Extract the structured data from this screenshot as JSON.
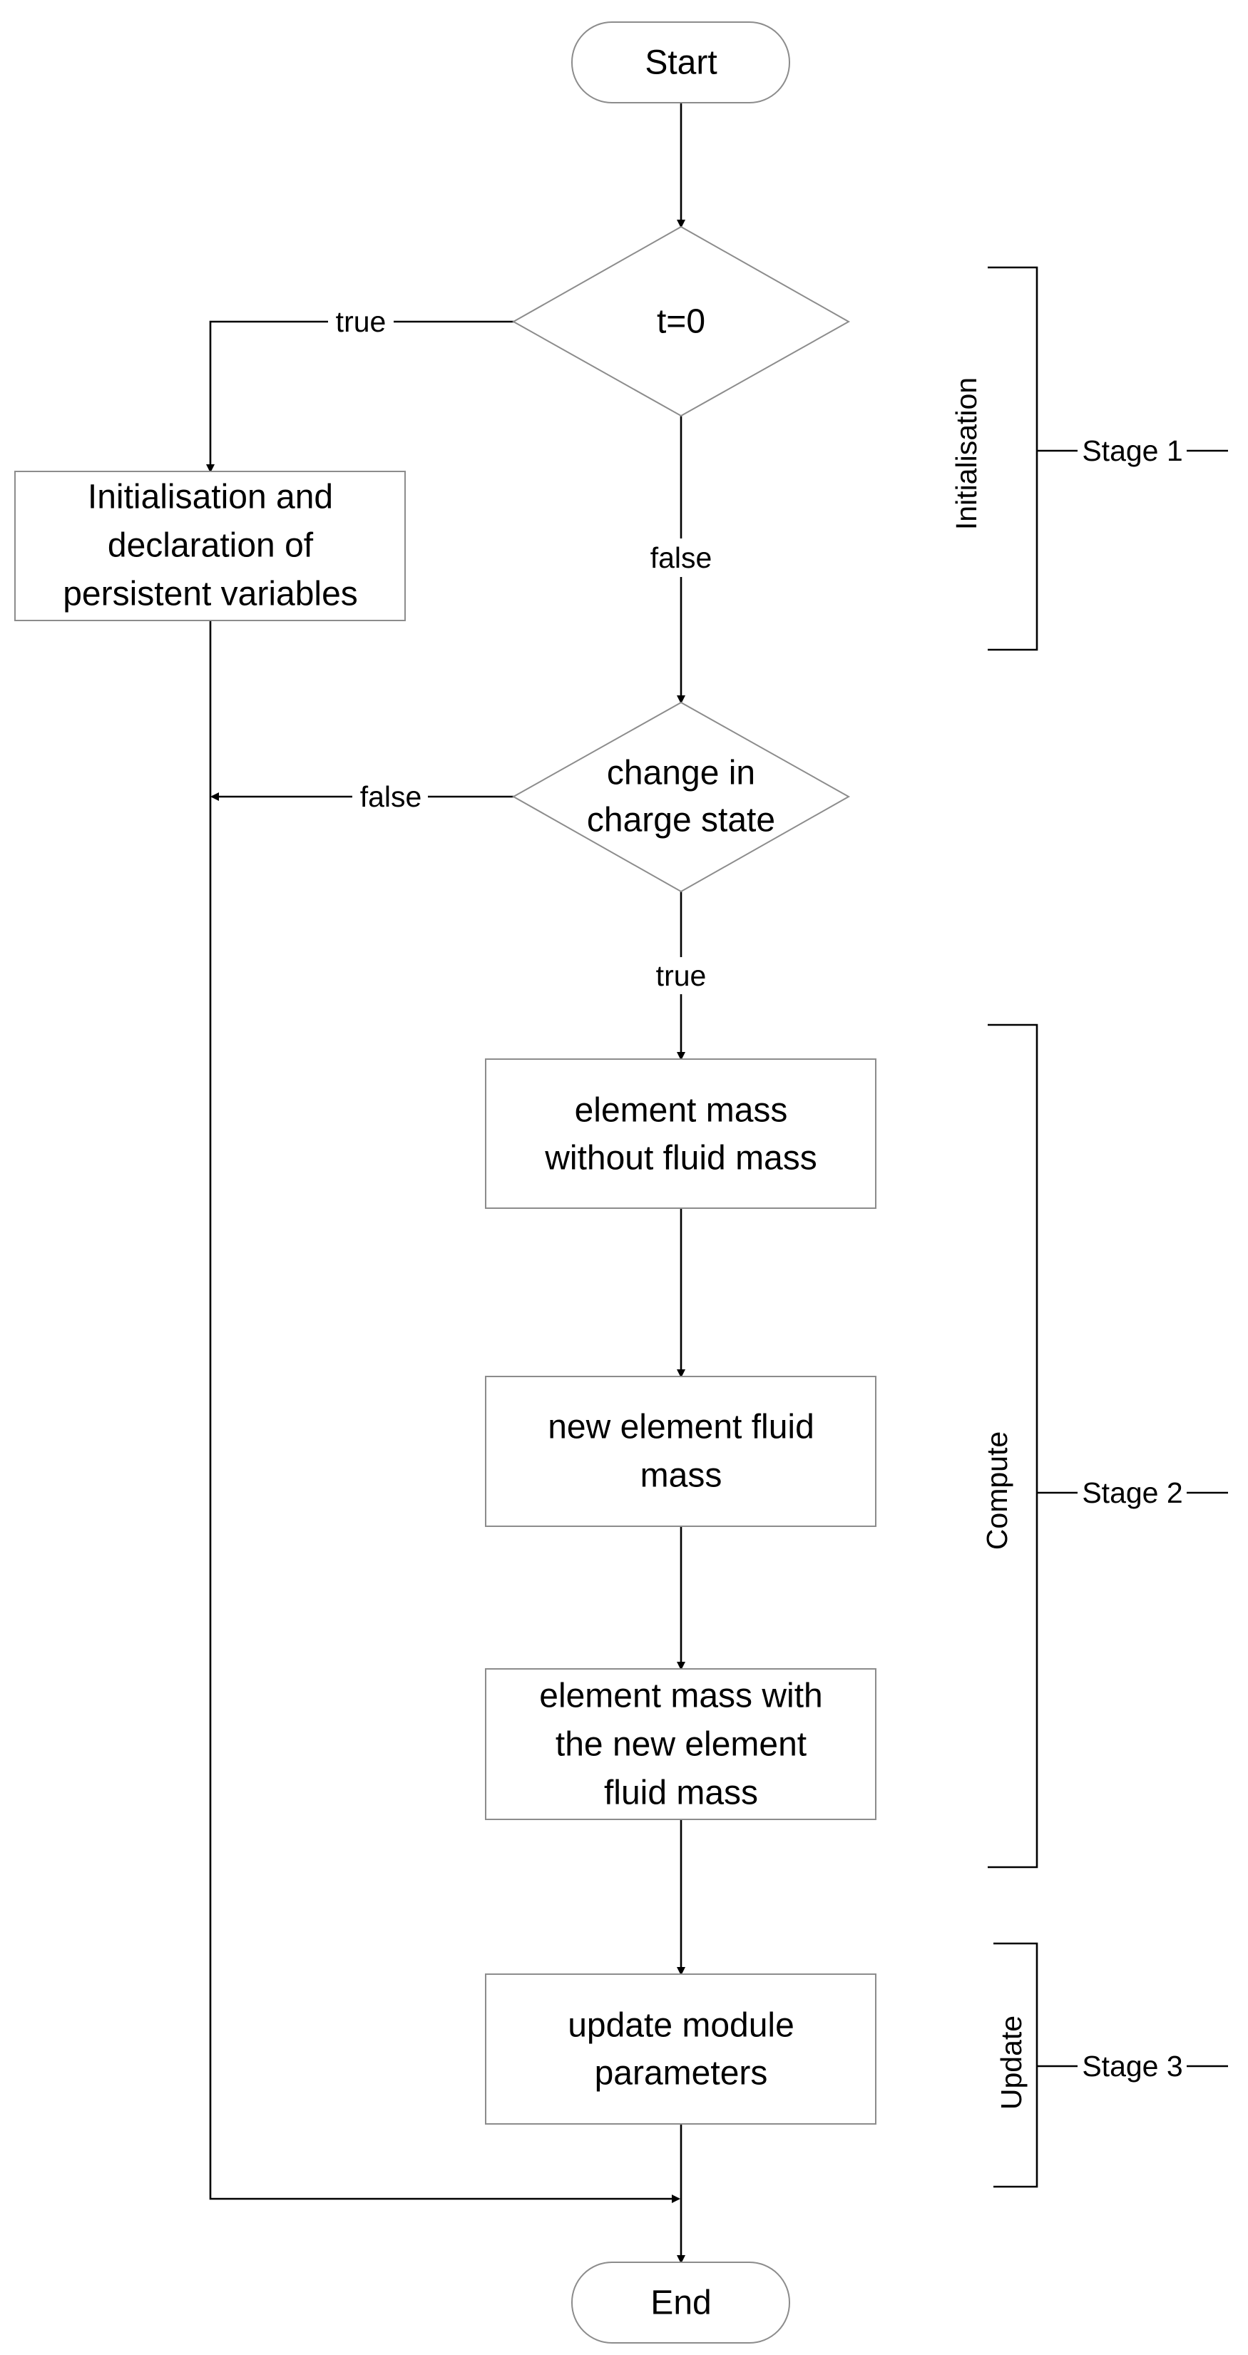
{
  "diagram": {
    "nodes": {
      "start": "Start",
      "t0": "t=0",
      "init": [
        "Initialisation and",
        "declaration of",
        "persistent variables"
      ],
      "change": [
        "change in",
        "charge state"
      ],
      "mass_without": [
        "element mass",
        "without fluid mass"
      ],
      "new_fluid": [
        "new element fluid",
        "mass"
      ],
      "mass_with": [
        "element mass with",
        "the new element",
        "fluid mass"
      ],
      "update": [
        "update module",
        "parameters"
      ],
      "end": "End"
    },
    "edges": {
      "t0_true": "true",
      "t0_false": "false",
      "change_false": "false",
      "change_true": "true"
    },
    "stages": [
      {
        "phase": "Initialisation",
        "label": "Stage 1"
      },
      {
        "phase": "Compute",
        "label": "Stage 2"
      },
      {
        "phase": "Update",
        "label": "Stage 3"
      }
    ]
  }
}
